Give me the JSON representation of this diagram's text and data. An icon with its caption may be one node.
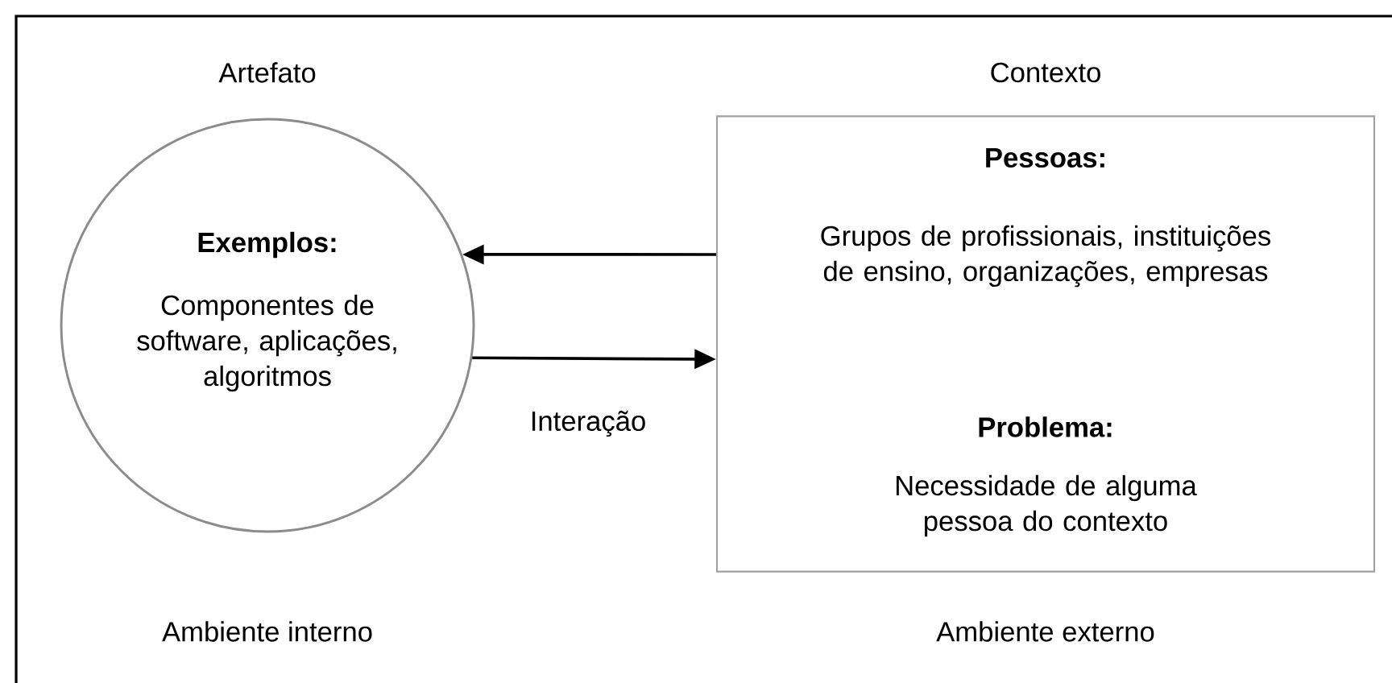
{
  "diagram": {
    "nodes": [
      {
        "text": [
          "Artefato",
          "Exemplos:",
          "Componentes de software, aplicações, algoritmos"
        ]
      },
      {
        "text": [
          "Contexto",
          "Pessoas:",
          "Grupos de profissionais, instituições de ensino, organizações, empresas",
          "Problema:",
          "Necessidade de alguma pessoa do contexto"
        ]
      }
    ],
    "edges": [
      {
        "from": 1,
        "to": 0,
        "arrow": "to"
      },
      {
        "from": 0,
        "to": 1,
        "arrow": "to",
        "label": "Interação"
      }
    ],
    "labels": [
      "Ambiente interno",
      "Ambiente externo"
    ]
  }
}
